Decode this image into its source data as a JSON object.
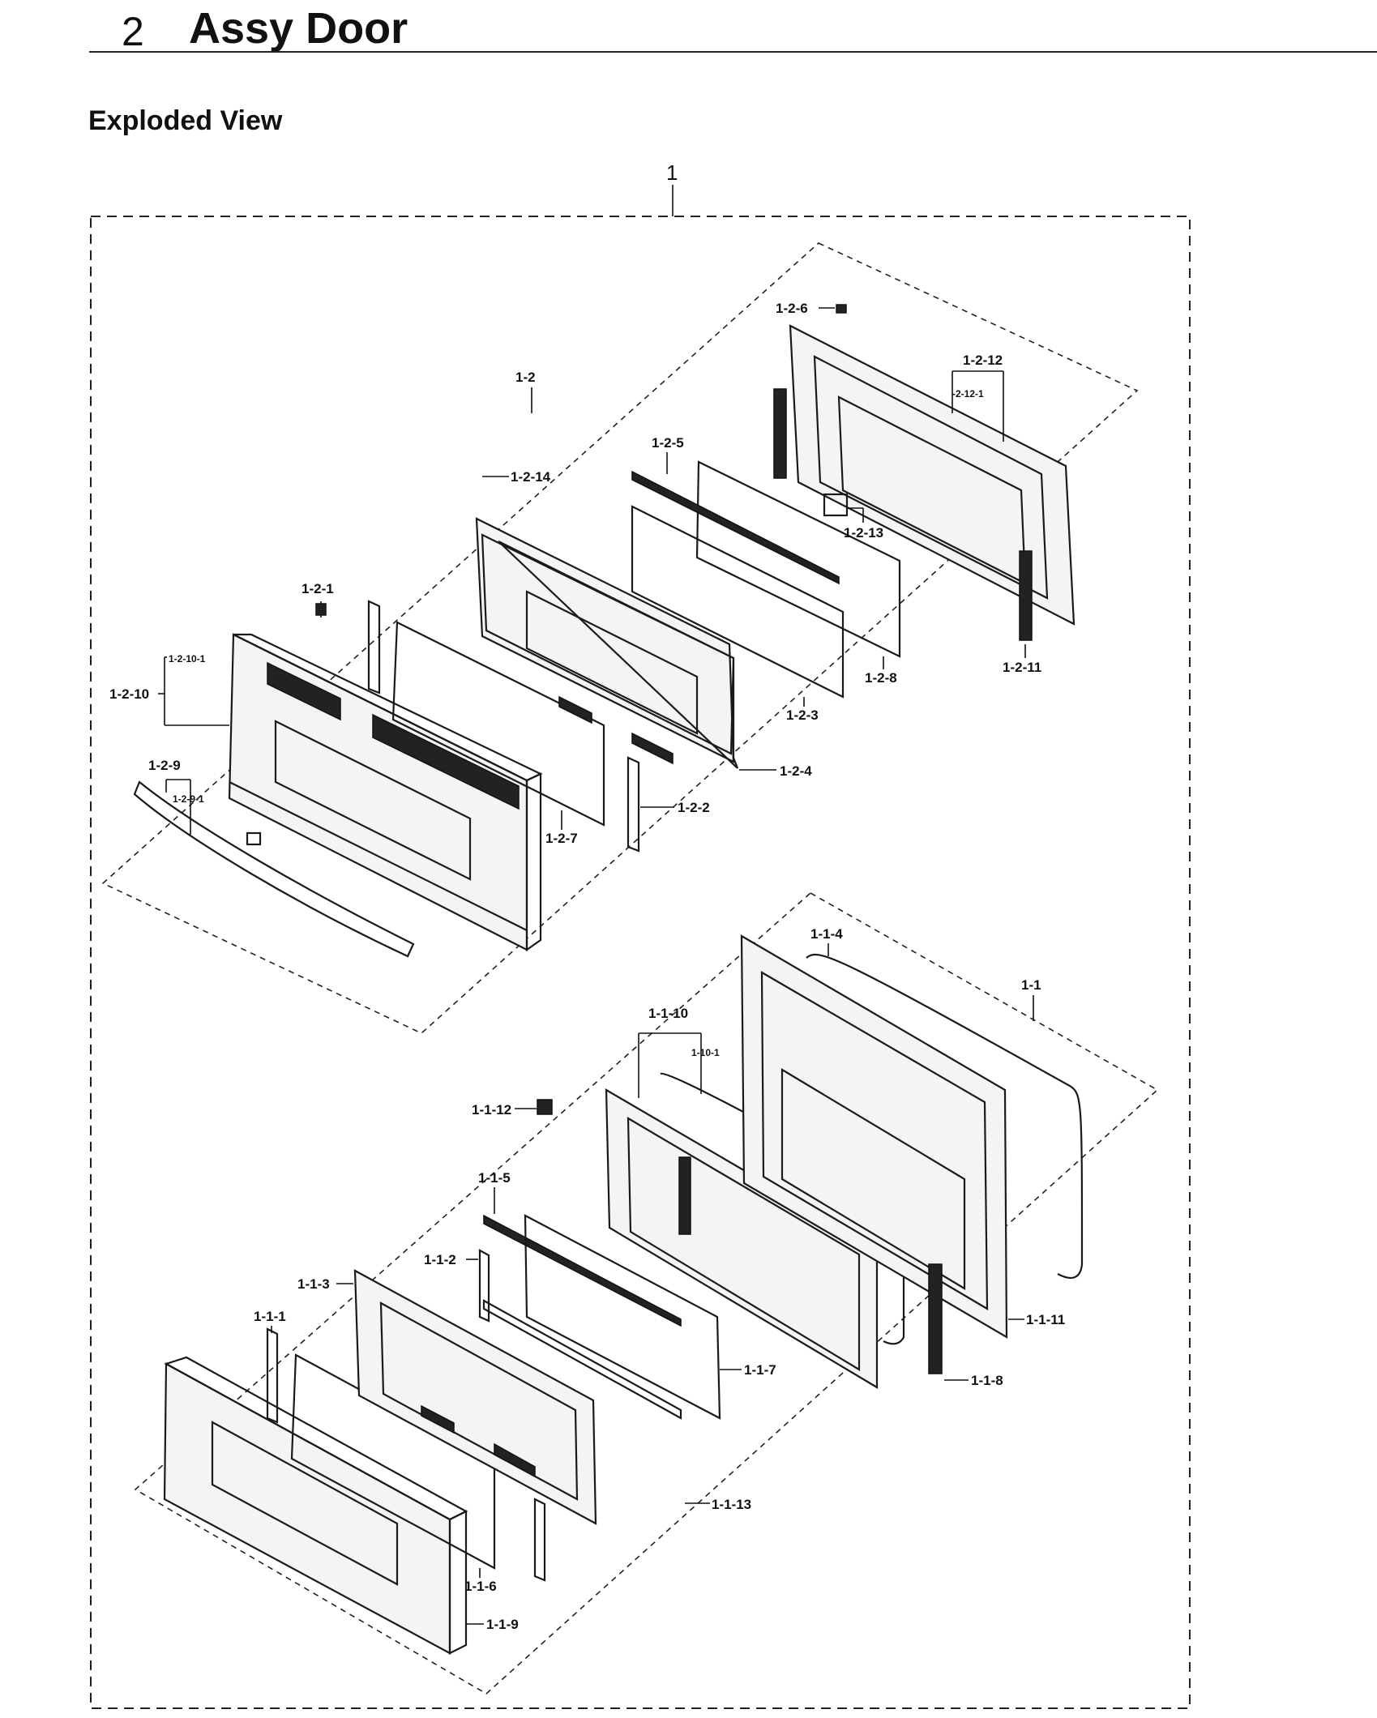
{
  "header": {
    "section_number": "2",
    "title": "Assy Door"
  },
  "view_title": "Exploded View",
  "labels": {
    "assy": "1",
    "l_1_2": "1-2",
    "l_1_1": "1-1",
    "l_1_2_6": "1-2-6",
    "l_1_2_12": "1-2-12",
    "l_1_2_12_1": "-2-12-1",
    "l_1_2_5": "1-2-5",
    "l_1_2_14": "1-2-14",
    "l_1_2_13": "1-2-13",
    "l_1_2_1": "1-2-1",
    "l_1_2_10_1": "1-2-10-1",
    "l_1_2_10": "1-2-10",
    "l_1_2_8": "1-2-8",
    "l_1_2_11": "1-2-11",
    "l_1_2_3": "1-2-3",
    "l_1_2_4": "1-2-4",
    "l_1_2_9": "1-2-9",
    "l_1_2_9_1": "1-2-9-1",
    "l_1_2_2": "1-2-2",
    "l_1_2_7": "1-2-7",
    "l_1_1_4": "1-1-4",
    "l_1_1_10": "1-1-10",
    "l_1_1_10_1": "1-10-1",
    "l_1_1_12": "1-1-12",
    "l_1_1_5": "1-1-5",
    "l_1_1_2": "1-1-2",
    "l_1_1_3": "1-1-3",
    "l_1_1_1": "1-1-1",
    "l_1_1_11": "1-1-11",
    "l_1_1_7": "1-1-7",
    "l_1_1_8": "1-1-8",
    "l_1_1_13": "1-1-13",
    "l_1_1_6": "1-1-6",
    "l_1_1_9": "1-1-9"
  }
}
